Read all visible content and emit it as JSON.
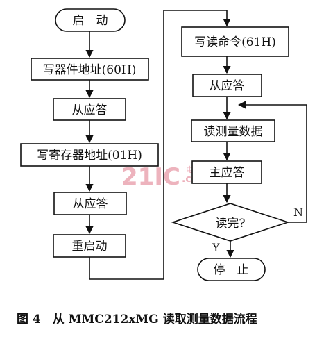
{
  "flowchart": {
    "left_column": [
      {
        "id": "start",
        "label": "启　动",
        "shape": "terminal"
      },
      {
        "id": "write-device-address",
        "label": "写器件地址(60H)",
        "shape": "process"
      },
      {
        "id": "slave-ack-1",
        "label": "从应答",
        "shape": "process"
      },
      {
        "id": "write-register-address",
        "label": "写寄存器地址(01H)",
        "shape": "process"
      },
      {
        "id": "slave-ack-2",
        "label": "从应答",
        "shape": "process"
      },
      {
        "id": "restart",
        "label": "重启动",
        "shape": "process"
      }
    ],
    "right_column": [
      {
        "id": "write-read-command",
        "label": "写读命令(61H)",
        "shape": "process"
      },
      {
        "id": "slave-ack-3",
        "label": "从应答",
        "shape": "process"
      },
      {
        "id": "read-measurement-data",
        "label": "读测量数据",
        "shape": "process"
      },
      {
        "id": "master-ack",
        "label": "主应答",
        "shape": "process"
      },
      {
        "id": "read-done",
        "label": "读完?",
        "shape": "decision"
      },
      {
        "id": "stop",
        "label": "停　止",
        "shape": "terminal"
      }
    ],
    "branch_labels": {
      "no": "N",
      "yes": "Y"
    }
  },
  "caption": "图 4　从 MMC212xMG 读取测量数据流程",
  "watermark": {
    "main": "21IC",
    "sub_top": "电子网",
    "sub_bottom": ".com"
  }
}
